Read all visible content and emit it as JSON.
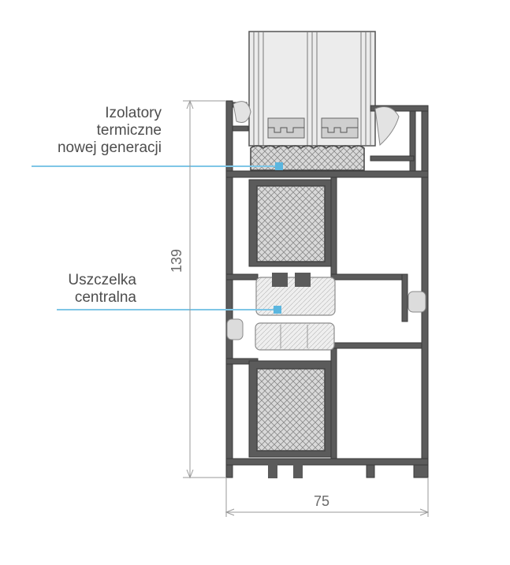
{
  "labels": {
    "thermal_insulators": [
      "Izolatory",
      "termiczne",
      "nowej generacji"
    ],
    "central_gasket": [
      "Uszczelka",
      "centralna"
    ]
  },
  "dimensions": {
    "height": "139",
    "width": "75"
  },
  "colors": {
    "profile_fill": "#5b5b5b",
    "profile_stroke": "#3a3a3a",
    "insulation_fill": "#d6d6d6",
    "glass_fill": "#e6e6e6",
    "callout_line": "#7fc6e6",
    "callout_dot": "#5bb6df",
    "dimension_line": "#9a9a9a",
    "label_text": "#4d4d4d"
  }
}
